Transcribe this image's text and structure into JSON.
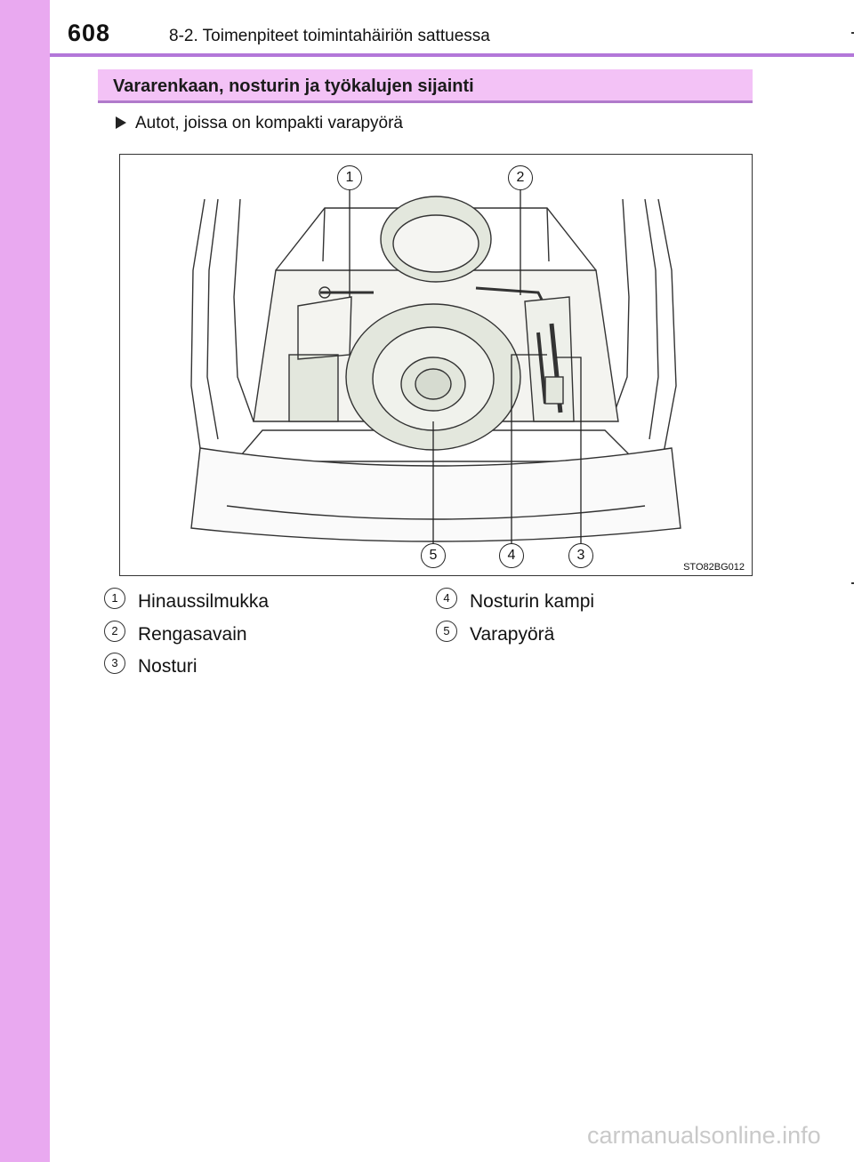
{
  "header": {
    "page_number": "608",
    "chapter": "8-2. Toimenpiteet toimintahäiriön sattuessa"
  },
  "section": {
    "title": "Vararenkaan, nosturin ja työkalujen sijainti"
  },
  "bullet": {
    "text": "Autot, joissa on kompakti varapyörä"
  },
  "figure": {
    "code": "STO82BG012",
    "callouts": [
      "1",
      "2",
      "3",
      "4",
      "5"
    ]
  },
  "legend": [
    {
      "num": "1",
      "label": "Hinaussilmukka"
    },
    {
      "num": "2",
      "label": "Rengasavain"
    },
    {
      "num": "3",
      "label": "Nosturi"
    },
    {
      "num": "4",
      "label": "Nosturin kampi"
    },
    {
      "num": "5",
      "label": "Varapyörä"
    }
  ],
  "footer": {
    "watermark": "carmanualsonline.info"
  },
  "colors": {
    "sidebar": "#e9a9f0",
    "rule": "#b377d9",
    "banner": "#f3c2f6",
    "figure_fill": "#e3e7dd"
  }
}
